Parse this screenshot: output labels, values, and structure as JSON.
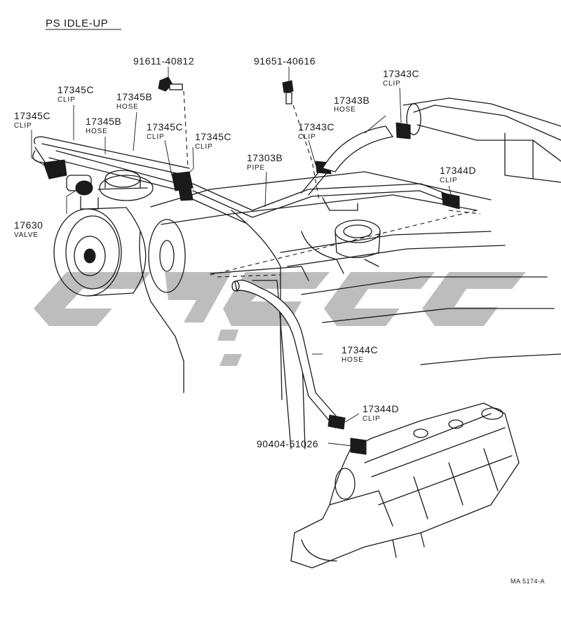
{
  "diagram": {
    "title": "PS IDLE-UP",
    "code": "MA 5174-A",
    "callouts": [
      {
        "part": "91611-40812",
        "desc": ""
      },
      {
        "part": "91651-40616",
        "desc": ""
      },
      {
        "part": "17343C",
        "desc": "CLIP"
      },
      {
        "part": "17343B",
        "desc": "HOSE"
      },
      {
        "part": "17345C",
        "desc": "CLIP"
      },
      {
        "part": "17345B",
        "desc": "HOSE"
      },
      {
        "part": "17345C",
        "desc": "CLIP"
      },
      {
        "part": "17345B",
        "desc": "HOSE"
      },
      {
        "part": "17345C",
        "desc": "CLIP"
      },
      {
        "part": "17345C",
        "desc": "CLIP"
      },
      {
        "part": "17343C",
        "desc": "CLIP"
      },
      {
        "part": "17303B",
        "desc": "PIPE"
      },
      {
        "part": "17344D",
        "desc": "CLIP"
      },
      {
        "part": "17630",
        "desc": "VALVE"
      },
      {
        "part": "17344C",
        "desc": "HOSE"
      },
      {
        "part": "17344D",
        "desc": "CLIP"
      },
      {
        "part": "90404-51026",
        "desc": ""
      }
    ]
  }
}
